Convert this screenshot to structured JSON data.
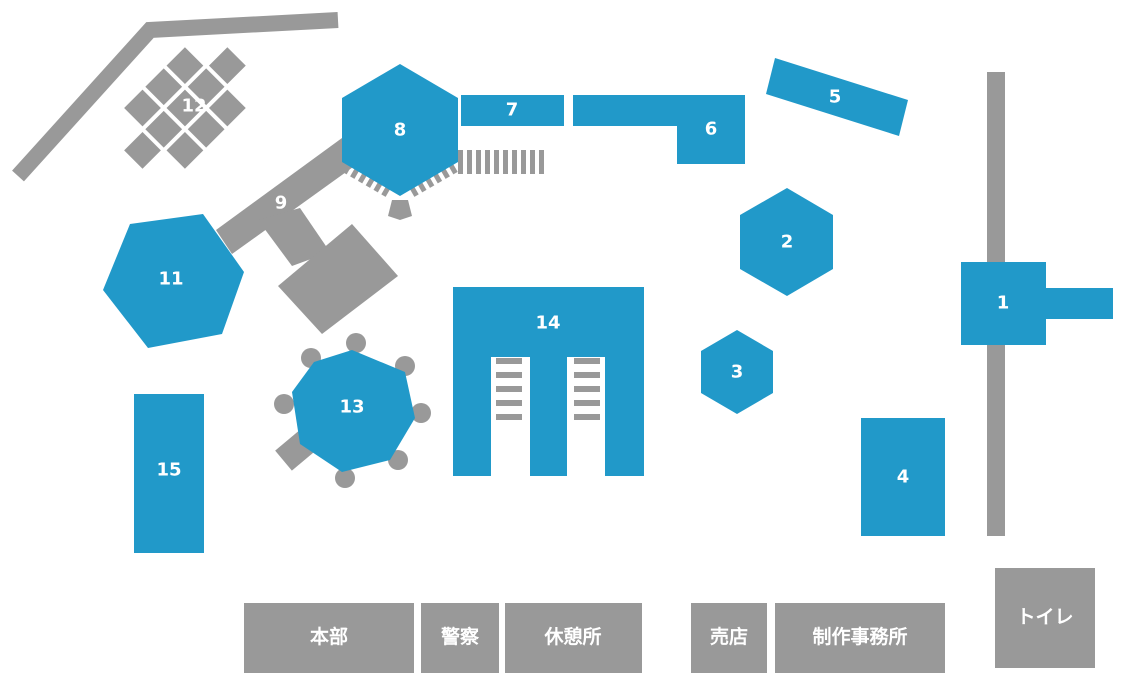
{
  "colors": {
    "blue": "#2199c9",
    "gray": "#999999",
    "label": "#ffffff"
  },
  "areas": {
    "a1": "1",
    "a2": "2",
    "a3": "3",
    "a4": "4",
    "a5": "5",
    "a6": "6",
    "a7": "7",
    "a8": "8",
    "a9": "9",
    "a11": "11",
    "a12": "12",
    "a13": "13",
    "a14": "14",
    "a15": "15"
  },
  "facilities": {
    "honbu": "本部",
    "keisatsu": "警察",
    "kyukeijo": "休憩所",
    "baiten": "売店",
    "seisaku": "制作事務所",
    "toilet": "トイレ"
  }
}
